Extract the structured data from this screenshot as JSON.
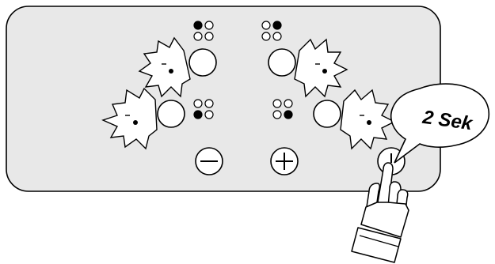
{
  "panel": {
    "background": "#e8e8e8",
    "outline": "#000000"
  },
  "zones": [
    {
      "id": "rear-left",
      "indicator": [
        1,
        0,
        0,
        0
      ],
      "pressed": false
    },
    {
      "id": "rear-right",
      "indicator": [
        0,
        1,
        0,
        0
      ],
      "pressed": false
    },
    {
      "id": "front-left",
      "indicator": [
        0,
        0,
        1,
        0
      ],
      "pressed": false
    },
    {
      "id": "front-right",
      "indicator": [
        0,
        0,
        0,
        1
      ],
      "pressed": false
    }
  ],
  "controls": {
    "minus": {
      "icon": "minus-circle-icon"
    },
    "plus": {
      "icon": "plus-circle-icon"
    },
    "power": {
      "icon": "power-button-icon",
      "pressed": true
    }
  },
  "callout": {
    "text": "2 Sek"
  },
  "hand": {
    "icon": "pointing-hand-icon"
  }
}
